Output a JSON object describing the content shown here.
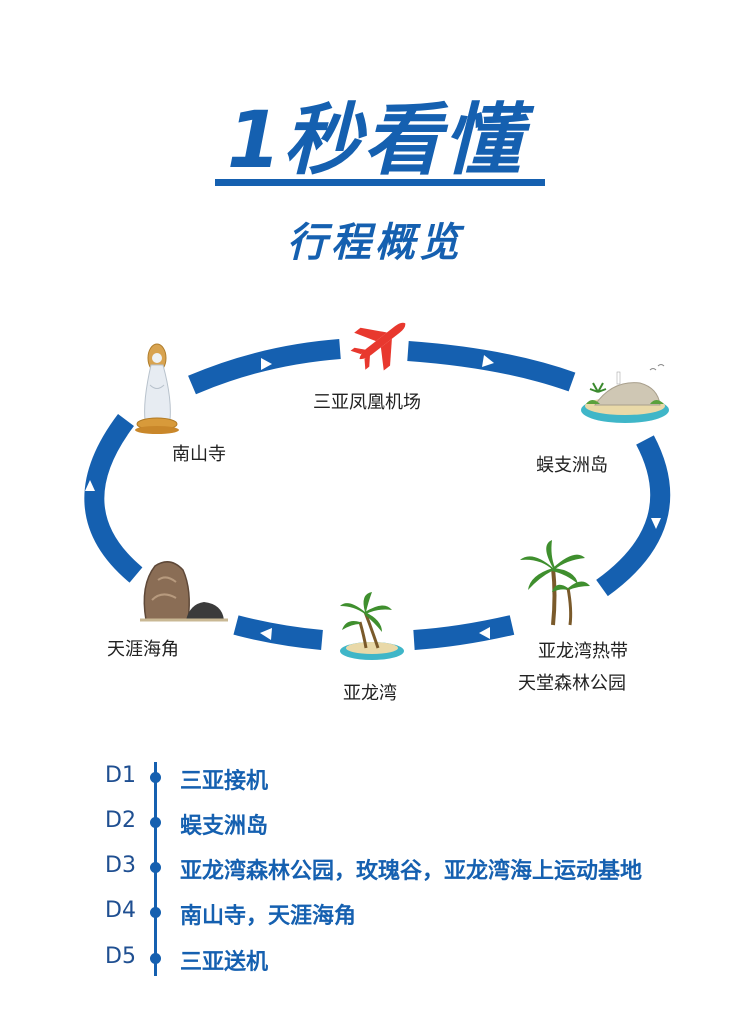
{
  "header": {
    "title": "1秒看懂",
    "subtitle": "行程概览"
  },
  "colors": {
    "primary": "#1560b0",
    "plane": "#e8382e",
    "sea": "#3fb6c8",
    "sand": "#e9d9a8"
  },
  "loop": {
    "places": [
      {
        "name": "三亚凤凰机场",
        "icon": "airplane-icon"
      },
      {
        "name": "蜈支洲岛",
        "icon": "island-icon"
      },
      {
        "name": "亚龙湾热带",
        "name2": "天堂森林公园",
        "icon": "palm-trees-icon"
      },
      {
        "name": "亚龙湾",
        "icon": "palm-island-icon"
      },
      {
        "name": "天涯海角",
        "icon": "rock-icon"
      },
      {
        "name": "南山寺",
        "icon": "guanyin-statue-icon"
      }
    ]
  },
  "itinerary": [
    {
      "day": "D1",
      "text": "三亚接机"
    },
    {
      "day": "D2",
      "text": "蜈支洲岛"
    },
    {
      "day": "D3",
      "text": "亚龙湾森林公园，玫瑰谷，亚龙湾海上运动基地"
    },
    {
      "day": "D4",
      "text": "南山寺，天涯海角"
    },
    {
      "day": "D5",
      "text": "三亚送机"
    }
  ]
}
